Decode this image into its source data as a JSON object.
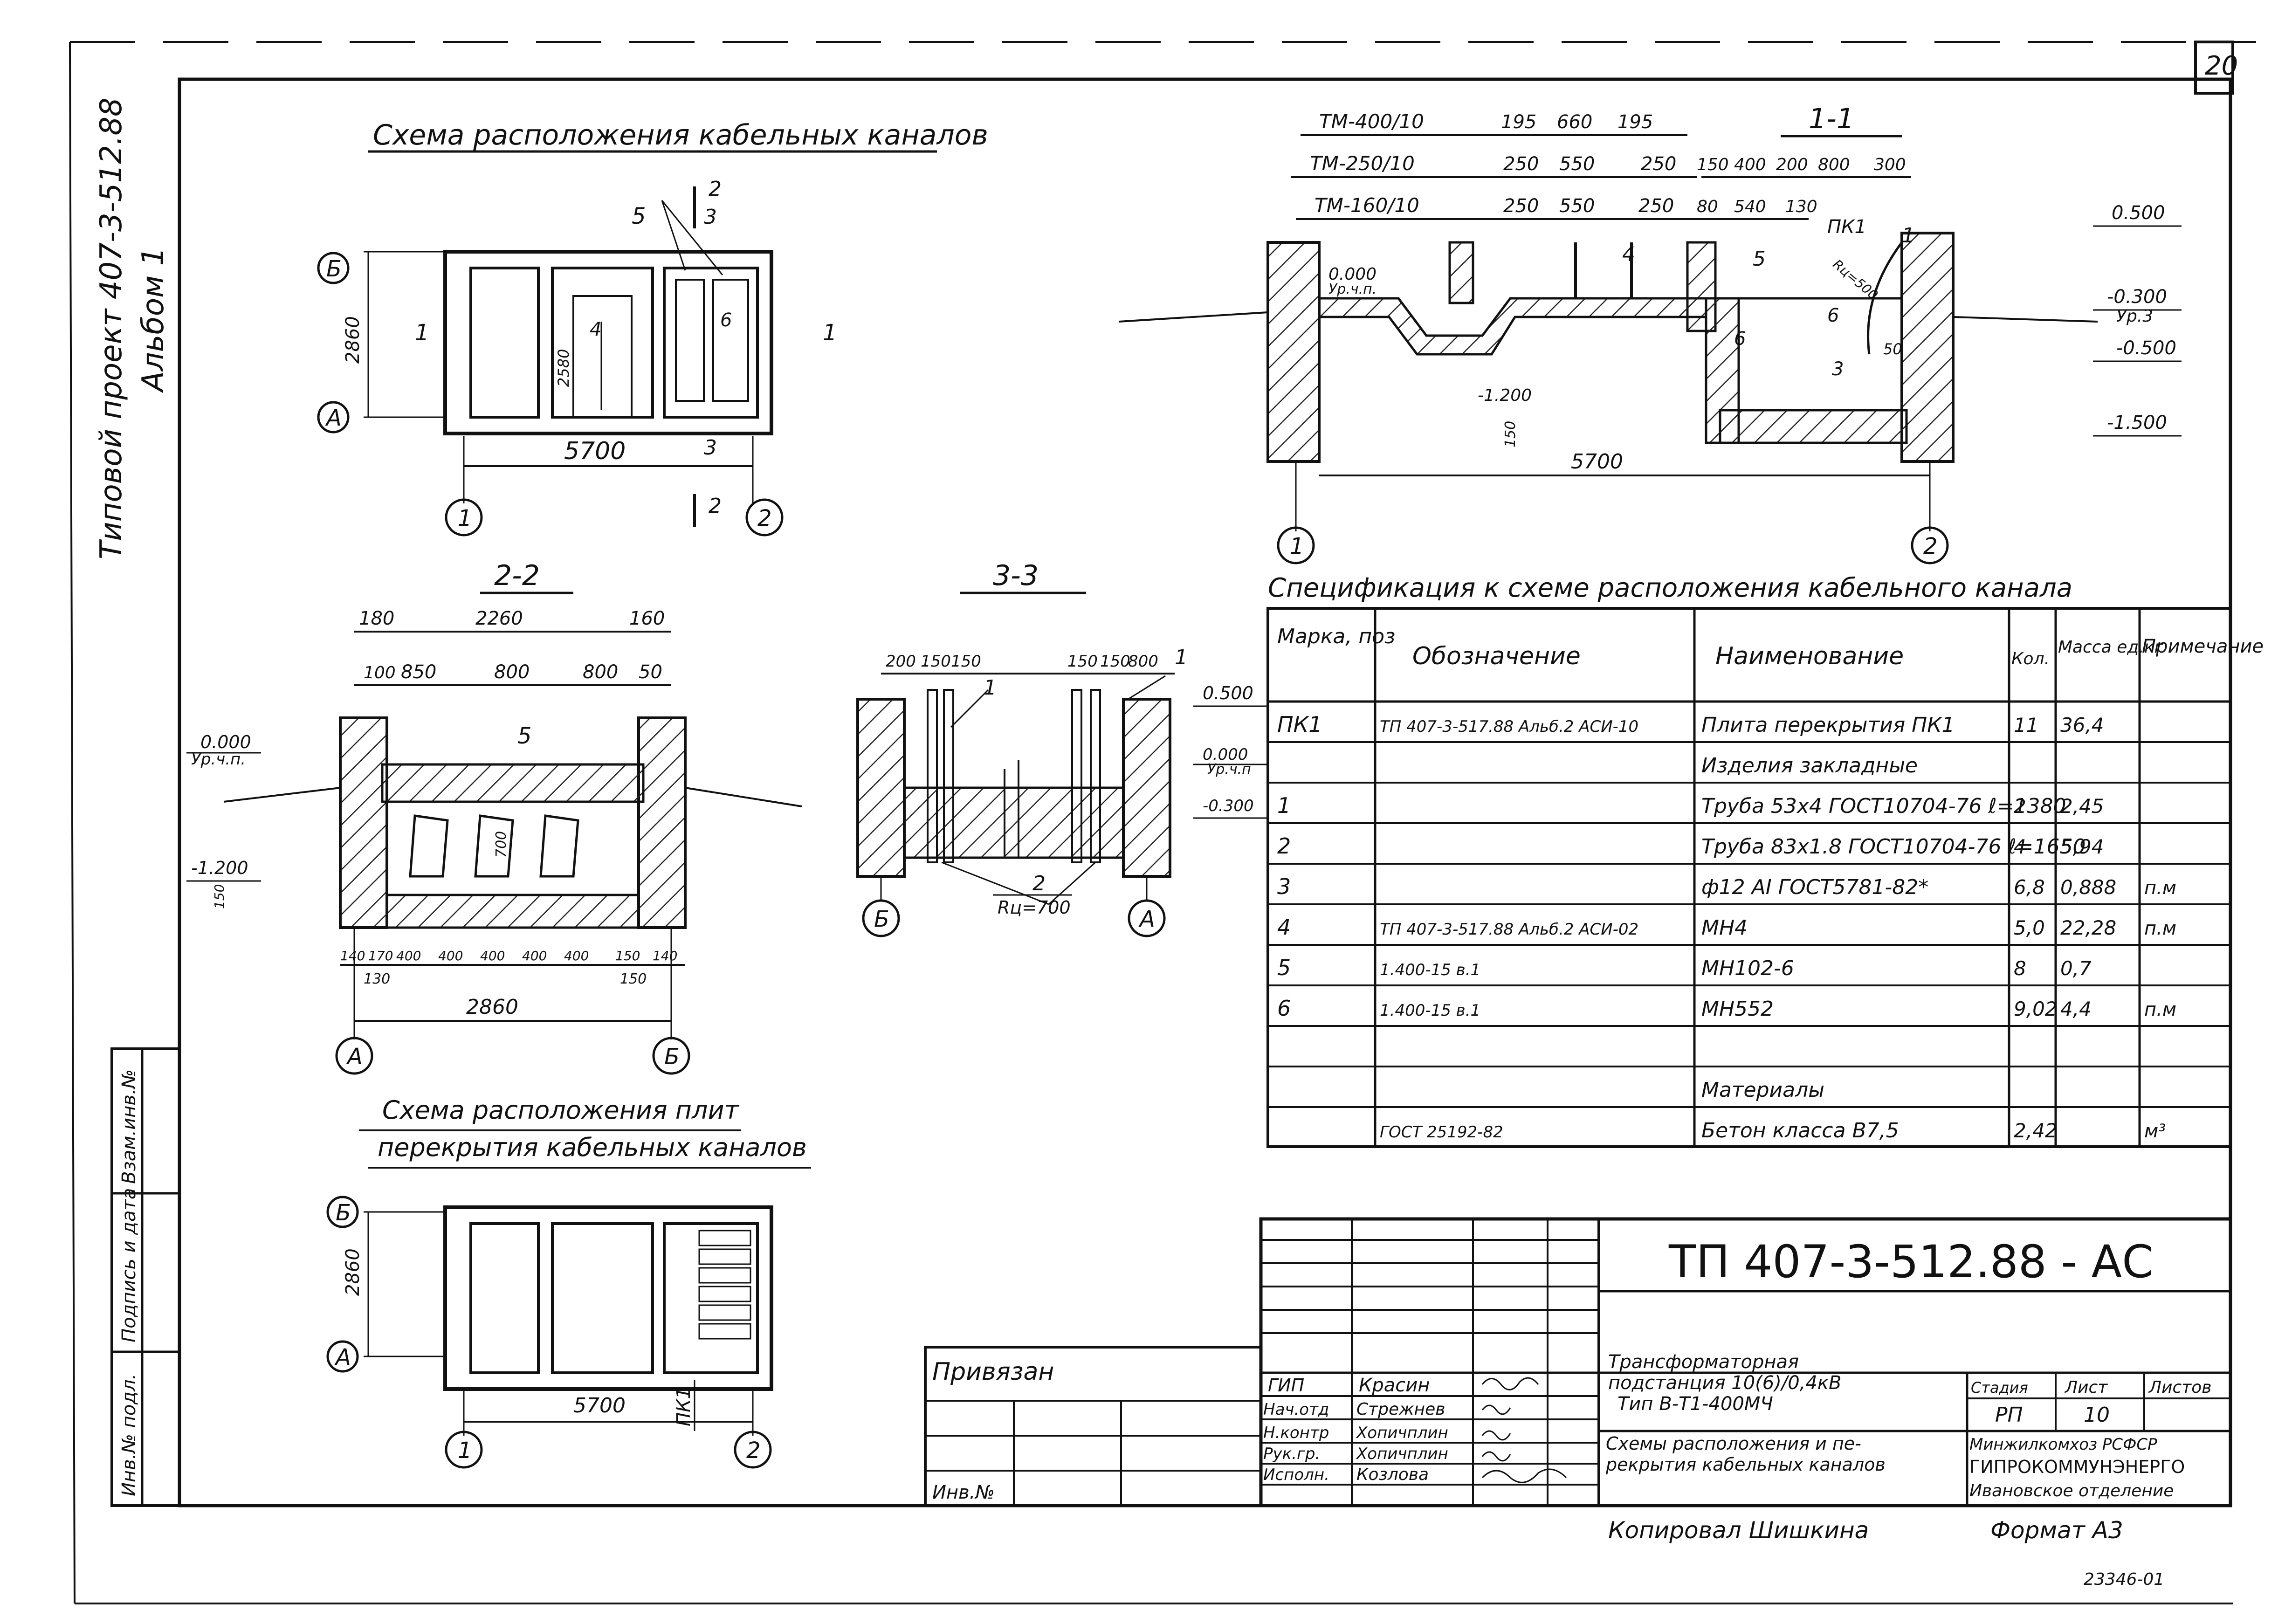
{
  "sheet": {
    "page_number": "20",
    "side_title": [
      "Типовой проект 407-3-512.88",
      "Альбом 1"
    ],
    "stamp_bottom": "23346-01",
    "left_strip": [
      "Инв.№ подл.",
      "Подпись и дата",
      "Взам.инв.№"
    ]
  },
  "plan_top": {
    "title": "Схема расположения кабельных каналов",
    "dim_width": "5700",
    "dim_height": "2860",
    "dim_inner": "2580",
    "axes": [
      "Б",
      "А",
      "1",
      "2"
    ],
    "cut_labels": [
      "2",
      "3",
      "3",
      "2",
      "1",
      "1"
    ],
    "pos_labels": [
      "5",
      "4",
      "6"
    ]
  },
  "section_1_1": {
    "title": "1-1",
    "rows": [
      {
        "label": "ТМ-400/10",
        "dims": [
          "195",
          "660",
          "195"
        ]
      },
      {
        "label": "ТМ-250/10",
        "dims": [
          "250",
          "550",
          "250"
        ]
      },
      {
        "label": "ТМ-160/10",
        "dims": [
          "250",
          "550",
          "250"
        ]
      }
    ],
    "dims_right_1": [
      "150",
      "400",
      "200",
      "800",
      "300"
    ],
    "dims_right_2": [
      "80",
      "540",
      "130"
    ],
    "elevations": [
      "0.000",
      "Ур.ч.п.",
      "-1.200",
      "0.500",
      "-0.300",
      "Ур.3",
      "-0.500",
      "-1.500"
    ],
    "labels": [
      "4",
      "5",
      "ПК1",
      "1",
      "6",
      "3",
      "6",
      "Rц=500",
      "50",
      "150"
    ],
    "dim_bottom": "5700",
    "axes": [
      "1",
      "2"
    ]
  },
  "section_2_2": {
    "title": "2-2",
    "top_dims": [
      "180",
      "2260",
      "160"
    ],
    "sub_dims": [
      "100",
      "850",
      "800",
      "800",
      "50"
    ],
    "bottom_dims": [
      "140",
      "170",
      "400",
      "400",
      "400",
      "400",
      "400",
      "150",
      "140"
    ],
    "bottom_sub": [
      "130",
      "150"
    ],
    "total": "2860",
    "elevations": [
      "0.000",
      "Ур.ч.п.",
      "-1.200",
      "150"
    ],
    "inner": [
      "5",
      "700"
    ],
    "axes": [
      "А",
      "Б"
    ]
  },
  "section_3_3": {
    "title": "3-3",
    "left_dims": [
      "200",
      "150",
      "150"
    ],
    "right_dims": [
      "150",
      "150",
      "800"
    ],
    "labels": [
      "1",
      "1",
      "2",
      "Rц=700"
    ],
    "elevations": [
      "0.500",
      "0.000",
      "Ур.ч.п",
      "-0.300"
    ],
    "axes": [
      "Б",
      "А"
    ]
  },
  "spec": {
    "title": "Спецификация к схеме расположения кабельного канала",
    "headers": [
      "Марка, поз",
      "Обозначение",
      "Наименование",
      "Кол.",
      "Масса ед.кг",
      "Примечание"
    ],
    "rows": [
      [
        "ПК1",
        "ТП 407-3-517.88 Альб.2 АСИ-10",
        "Плита перекрытия ПК1",
        "11",
        "36,4",
        ""
      ],
      [
        "",
        "",
        "Изделия закладные",
        "",
        "",
        ""
      ],
      [
        "1",
        "",
        "Труба 53х4 ГОСТ10704-76  ℓ=1380",
        "2",
        "2,45",
        ""
      ],
      [
        "2",
        "",
        "Труба 83х1.8 ГОСТ10704-76  ℓ=1650",
        "4",
        "5,94",
        ""
      ],
      [
        "3",
        "",
        "ф12 АⅠ ГОСТ5781-82*",
        "6,8",
        "0,888",
        "п.м"
      ],
      [
        "4",
        "ТП 407-3-517.88 Альб.2 АСИ-02",
        "МН4",
        "5,0",
        "22,28",
        "п.м"
      ],
      [
        "5",
        "1.400-15 в.1",
        "МН102-6",
        "8",
        "0,7",
        ""
      ],
      [
        "6",
        "1.400-15 в.1",
        "МН552",
        "9,02",
        "4,4",
        "п.м"
      ],
      [
        "",
        "",
        "",
        "",
        "",
        ""
      ],
      [
        "",
        "",
        "Материалы",
        "",
        "",
        ""
      ],
      [
        "",
        "ГОСТ 25192-82",
        "Бетон класса В7,5",
        "2,42",
        "",
        "м³"
      ]
    ]
  },
  "plan_bottom": {
    "title_line1": "Схема расположения плит",
    "title_line2": "перекрытия кабельных каналов",
    "dim_width": "5700",
    "dim_height": "2860",
    "axes": [
      "Б",
      "А",
      "1",
      "2"
    ],
    "label": "ПК1"
  },
  "privyazan": {
    "label": "Привязан",
    "inv": "Инв.№"
  },
  "title_block": {
    "code": "ТП 407-3-512.88 - АС",
    "roles": [
      "ГИП",
      "Нач.отд",
      "Н.контр",
      "Рук.гр.",
      "Исполн."
    ],
    "names": [
      "Красин",
      "Стрежнев",
      "Хопичплин",
      "Хопичплин",
      "Козлова"
    ],
    "object": [
      "Трансформаторная",
      "подстанция 10(6)/0,4кВ",
      "Тип В-Т1-400МЧ"
    ],
    "sheet_title": [
      "Схемы расположения и пе-",
      "рекрытия кабельных каналов"
    ],
    "stage_hdr": [
      "Стадия",
      "Лист",
      "Листов"
    ],
    "stage": "РП",
    "sheet_no": "10",
    "org": [
      "Минжилкомхоз РСФСР",
      "ГИПРОКОММУНЭНЕРГО",
      "Ивановское отделение"
    ],
    "copied": "Копировал Шишкина",
    "format": "Формат А3"
  }
}
